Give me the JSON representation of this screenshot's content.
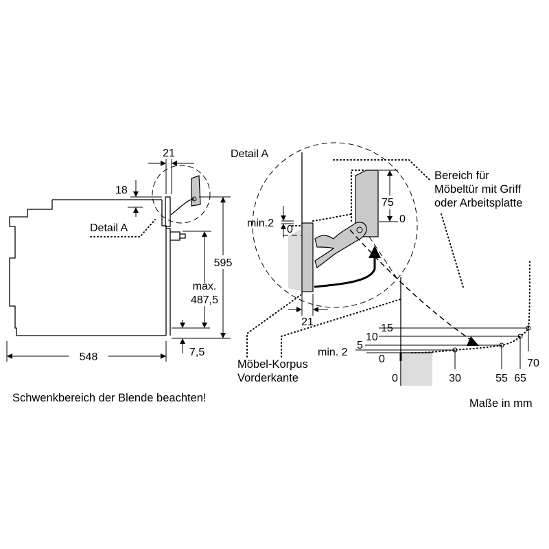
{
  "labels": {
    "dim_21_top": "21",
    "dim_18": "18",
    "detail_a_left": "Detail A",
    "dim_595": "595",
    "dim_max": "max.",
    "dim_487": "487,5",
    "dim_548": "548",
    "dim_7_5": "7,5",
    "detail_a_title": "Detail A",
    "min2_detail": "min.2",
    "zero_detail": "0",
    "dim_75": "75",
    "zero_right": "0",
    "dim_21_bottom": "21",
    "bereich_line1": "Bereich für",
    "bereich_line2": "Möbeltür mit Griff",
    "bereich_line3": "oder Arbeitsplatte",
    "korpus_line1": "Möbel-Korpus",
    "korpus_line2": "Vorderkante",
    "warning": "Schwenkbereich der Blende beachten!",
    "units": "Maße in mm",
    "y15": "15",
    "y10": "10",
    "y5": "5",
    "ymin2": "min. 2",
    "y0": "0",
    "x0": "0",
    "x30": "30",
    "x55": "55",
    "x65": "65",
    "x70": "70"
  }
}
